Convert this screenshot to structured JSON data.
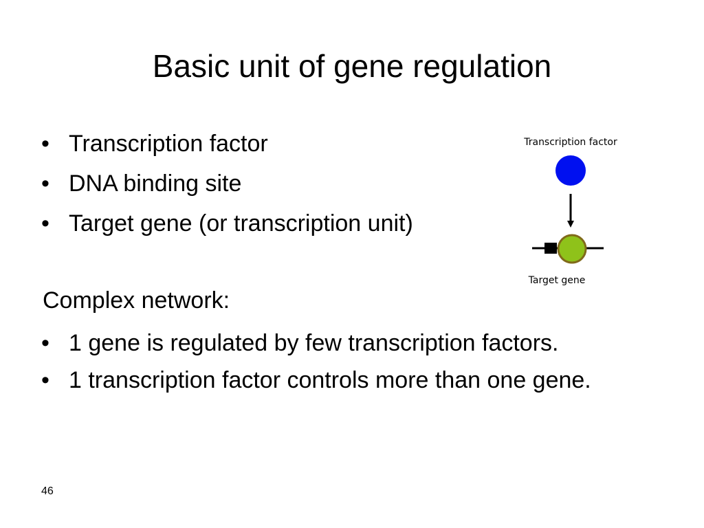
{
  "slide": {
    "title": "Basic unit of gene regulation",
    "bullet_char": "•",
    "bullets_top": [
      "Transcription factor",
      "DNA binding site",
      "Target gene (or transcription unit)"
    ],
    "section_heading": "Complex network:",
    "bullets_bottom": [
      "1 gene is regulated by few transcription factors.",
      "1 transcription factor controls more than one gene."
    ],
    "page_number": "46"
  },
  "diagram": {
    "tf_label": "Transcription factor",
    "target_label": "Target gene",
    "colors": {
      "transcription_factor": "#0010f0",
      "target_gene_fill": "#8fc21a",
      "target_gene_stroke": "#806a1a",
      "lines": "#000000"
    }
  }
}
